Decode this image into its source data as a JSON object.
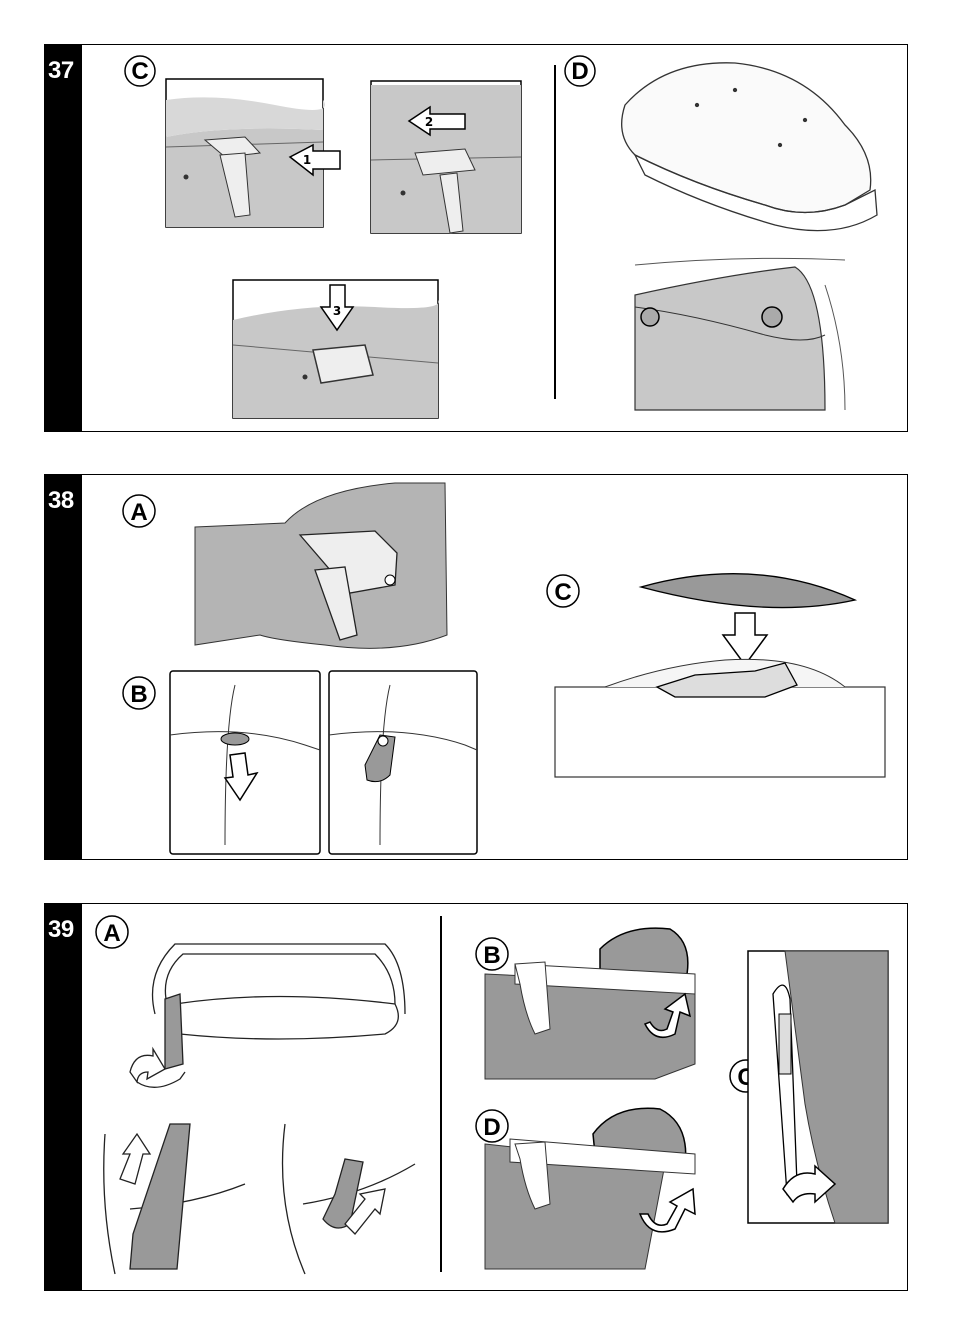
{
  "steps": [
    {
      "number": "37",
      "labels": [
        "C",
        "D"
      ],
      "arrows": [
        "1",
        "2",
        "3"
      ]
    },
    {
      "number": "38",
      "labels": [
        "A",
        "B",
        "C"
      ]
    },
    {
      "number": "39",
      "labels": [
        "A",
        "B",
        "C",
        "D"
      ]
    }
  ],
  "colors": {
    "shade": "#c8c8c8",
    "dark_shade": "#9a9a9a",
    "line": "#000000"
  }
}
